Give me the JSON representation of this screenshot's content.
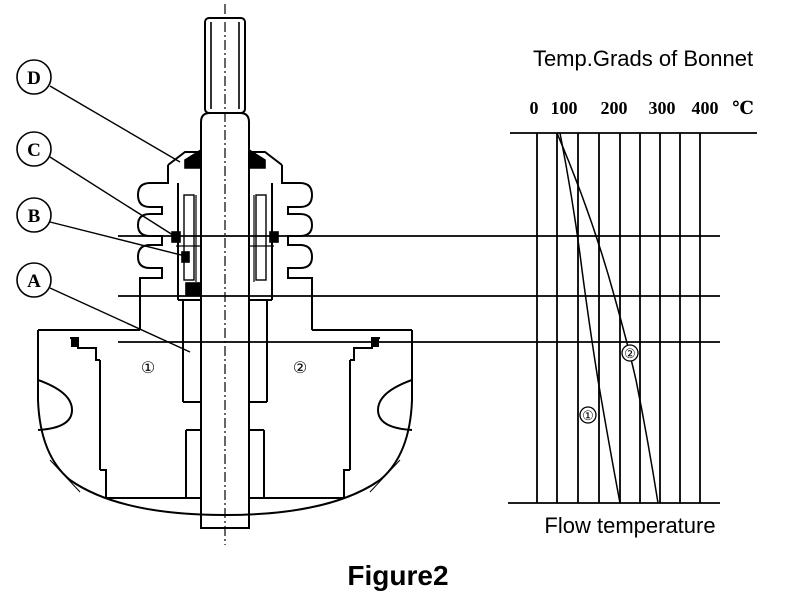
{
  "callouts": [
    {
      "letter": "D"
    },
    {
      "letter": "C"
    },
    {
      "letter": "B"
    },
    {
      "letter": "A"
    }
  ],
  "zones": [
    {
      "label": "①"
    },
    {
      "label": "②"
    }
  ],
  "chart": {
    "title": "Temp.Grads of Bonnet",
    "scale_labels": [
      "0",
      "100",
      "200",
      "300",
      "400",
      "℃"
    ],
    "curve_labels": [
      "②",
      "①"
    ],
    "footer": "Flow temperature"
  },
  "caption": "Figure2"
}
